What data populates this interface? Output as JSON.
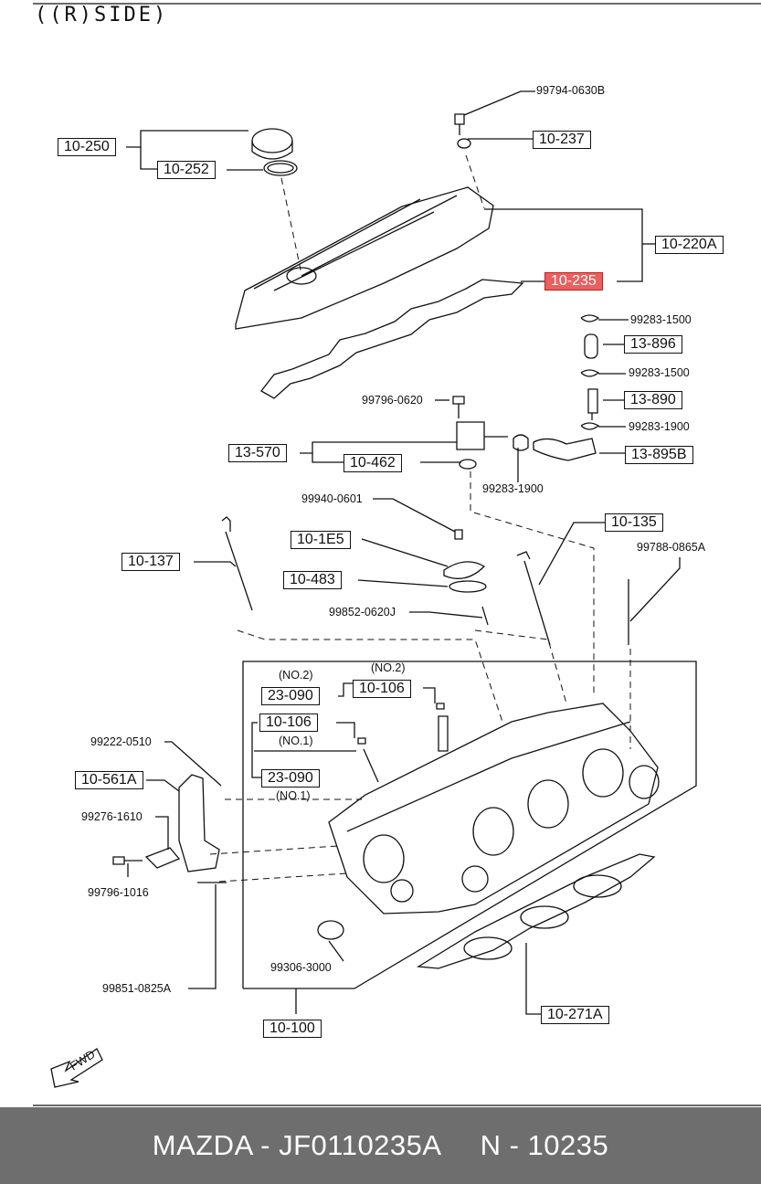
{
  "header": {
    "title": "((R)SIDE)"
  },
  "callouts": {
    "c10_250": "10-250",
    "c10_252": "10-252",
    "c99794": "99794-0630B",
    "c10_237": "10-237",
    "c10_220A": "10-220A",
    "c10_235": "10-235",
    "c99283_1500a": "99283-1500",
    "c13_896": "13-896",
    "c99283_1500b": "99283-1500",
    "c13_890": "13-890",
    "c99283_1900a": "99283-1900",
    "c99796_0620": "99796-0620",
    "c13_570": "13-570",
    "c10_462": "10-462",
    "c13_895B": "13-895B",
    "c99283_1900b": "99283-1900",
    "c99940": "99940-0601",
    "c10_1E5": "10-1E5",
    "c10_135": "10-135",
    "c99788": "99788-0865A",
    "c10_137": "10-137",
    "c10_483": "10-483",
    "c99852": "99852-0620J",
    "no2a": "(NO.2)",
    "no2b": "(NO.2)",
    "c23_090a": "23-090",
    "c10_106a": "10-106",
    "c10_106b": "10-106",
    "no1a": "(NO.1)",
    "c99222": "99222-0510",
    "c10_561A": "10-561A",
    "c23_090b": "23-090",
    "no1b": "(NO.1)",
    "c99276": "99276-1610",
    "c99796_1016": "99796-1016",
    "c99306": "99306-3000",
    "c99851": "99851-0825A",
    "c10_271A": "10-271A",
    "c10_100": "10-100",
    "fwd": "FWD"
  },
  "footer": {
    "brand_part": "MAZDA - JF0110235A",
    "ref": "N - 10235"
  },
  "colors": {
    "highlight": "#e86060",
    "footer_bg": "#6e6e6e"
  }
}
